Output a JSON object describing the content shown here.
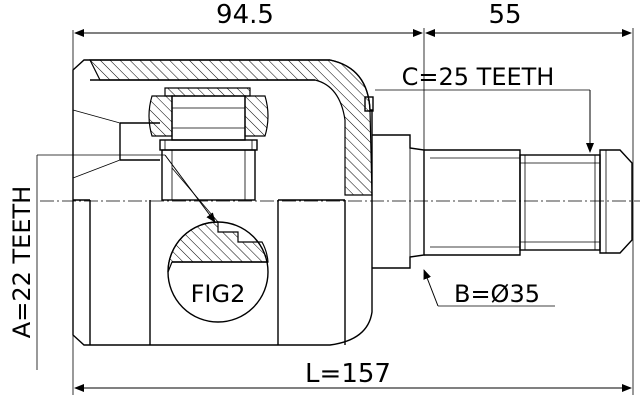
{
  "dimensions": {
    "top_left": "94.5",
    "top_right": "55",
    "overall_length": "L=157"
  },
  "callouts": {
    "outer_spline": "C=25 TEETH",
    "inner_spline": "A=22 TEETH",
    "seal_diameter": "B=Ø35",
    "detail": "FIG2"
  },
  "colors": {
    "line": "#000000",
    "background": "#ffffff"
  }
}
